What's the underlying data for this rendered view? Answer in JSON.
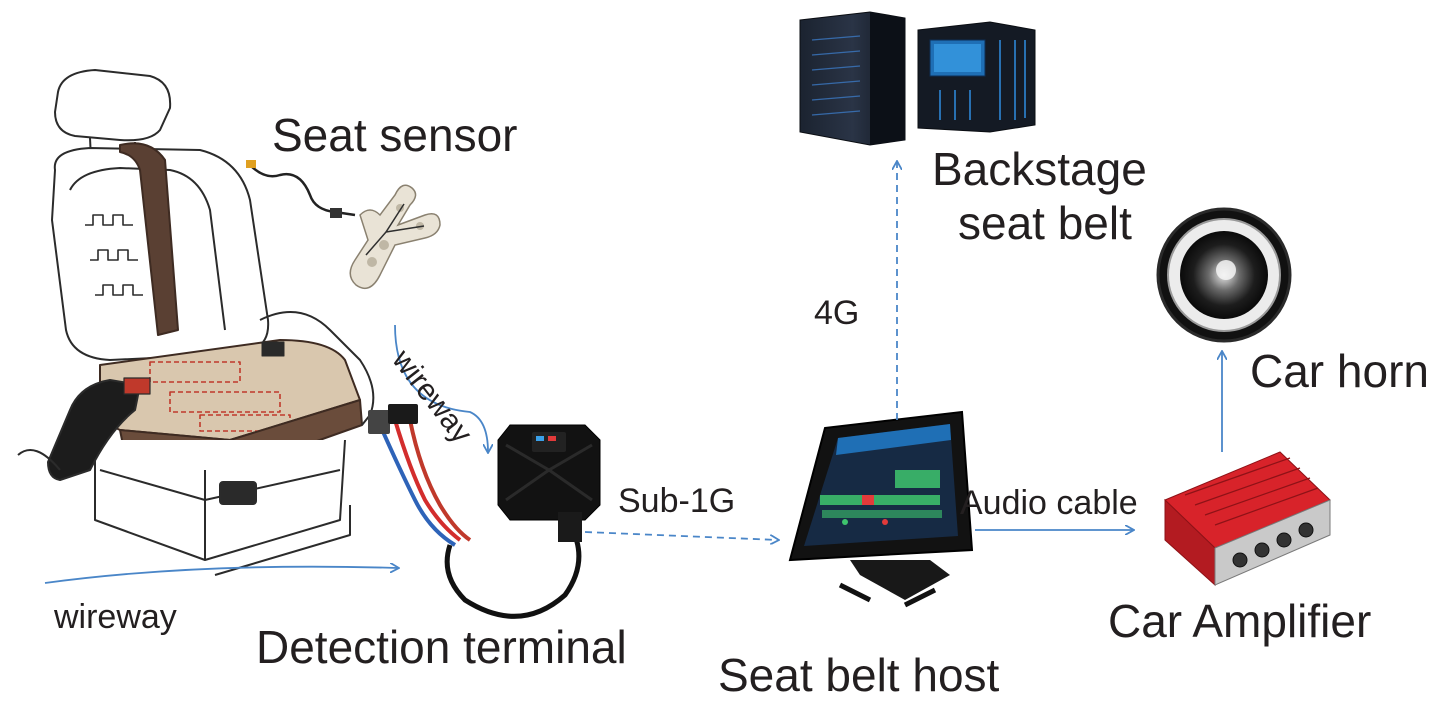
{
  "labels": {
    "seat_sensor": "Seat sensor",
    "backstage_line1": "Backstage",
    "backstage_line2": "seat belt",
    "car_horn": "Car horn",
    "four_g": "4G",
    "sub_1g": "Sub-1G",
    "audio_cable": "Audio cable",
    "wireway_upper": "wireway",
    "wireway_lower": "wireway",
    "detection_terminal": "Detection terminal",
    "seat_belt_host": "Seat belt host",
    "car_amplifier": "Car Amplifier"
  },
  "colors": {
    "arrow": "#4a86c8",
    "text": "#231f20",
    "seat_line": "#2b2b2b",
    "seat_brown": "#5a4033",
    "cushion": "#d9c7ae",
    "heater_red": "#c0392b",
    "amp_red": "#d8232a",
    "device_dark": "#121212",
    "screen_blue": "#1f6fb5",
    "server_glow": "#2f8de0"
  },
  "icons": [
    "car-seat-icon",
    "seat-sensor-icon",
    "server-rack-icon",
    "speaker-icon",
    "detection-terminal-icon",
    "seat-belt-host-monitor-icon",
    "car-amplifier-icon"
  ]
}
